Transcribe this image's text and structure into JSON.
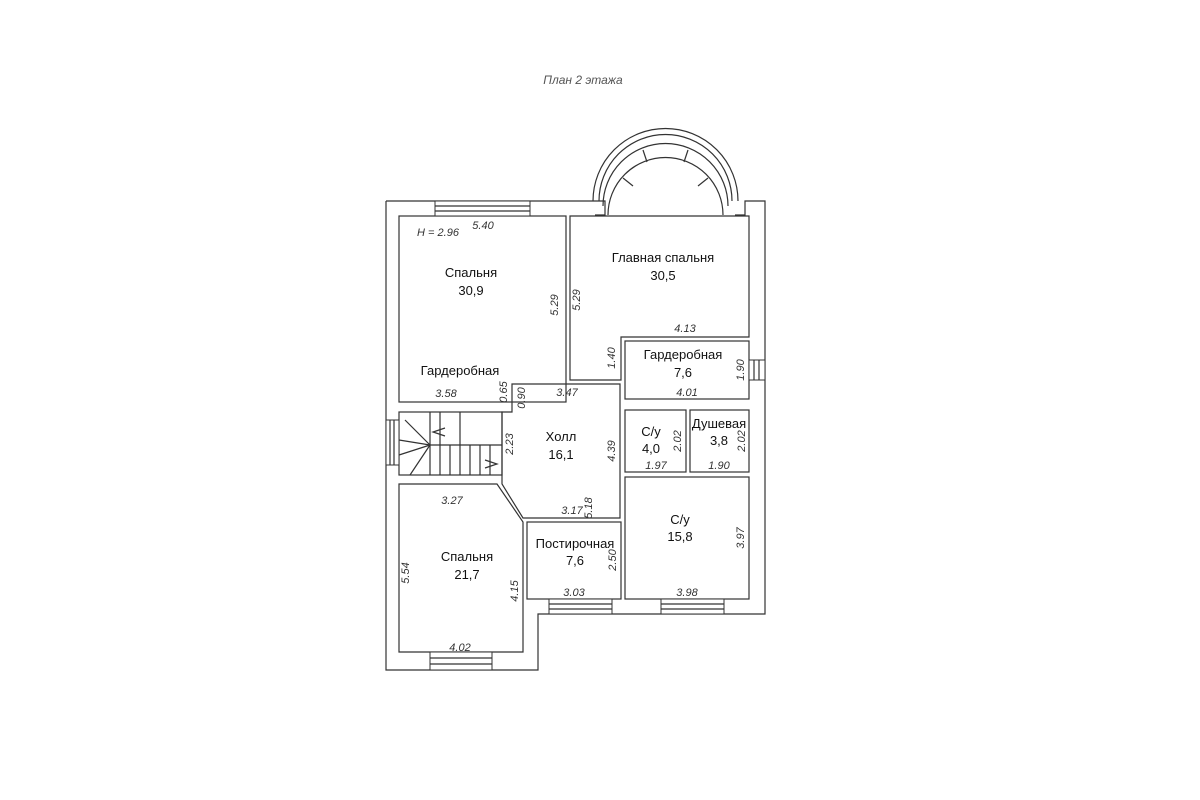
{
  "title": "План 2 этажа",
  "height_note": "H = 2.96",
  "rooms": [
    {
      "name": "Спальня",
      "area": "30,9"
    },
    {
      "name": "Главная спальня",
      "area": "30,5"
    },
    {
      "name": "Гардеробная",
      "area": ""
    },
    {
      "name": "Гардеробная",
      "area": "7,6"
    },
    {
      "name": "Холл",
      "area": "16,1"
    },
    {
      "name": "С/у",
      "area": "4,0"
    },
    {
      "name": "Душевая",
      "area": "3,8"
    },
    {
      "name": "С/у",
      "area": "15,8"
    },
    {
      "name": "Постирочная",
      "area": "7,6"
    },
    {
      "name": "Спальня",
      "area": "21,7"
    }
  ],
  "dimensions": {
    "bed1_width": "5.40",
    "bed1_height": "5.29",
    "bed1_bottom": "3.58",
    "bed1_notch": "0.65",
    "master_height": "5.29",
    "master_bottom": "4.13",
    "master_step": "1.40",
    "wardrobe_height": "1.90",
    "wardrobe_width": "4.01",
    "hall_top": "3.47",
    "hall_notch": "0.90",
    "hall_height": "4.39",
    "hall_bottom": "3.17",
    "hall_small": "5.18",
    "stair_height": "2.23",
    "wc1_height": "2.02",
    "wc1_width": "1.97",
    "shower_height": "2.02",
    "shower_width": "1.90",
    "wc2_height": "3.97",
    "wc2_width": "3.98",
    "laundry_height": "2.50",
    "laundry_width": "3.03",
    "bed2_top": "3.27",
    "bed2_left": "5.54",
    "bed2_right": "4.15",
    "bed2_bottom": "4.02"
  }
}
